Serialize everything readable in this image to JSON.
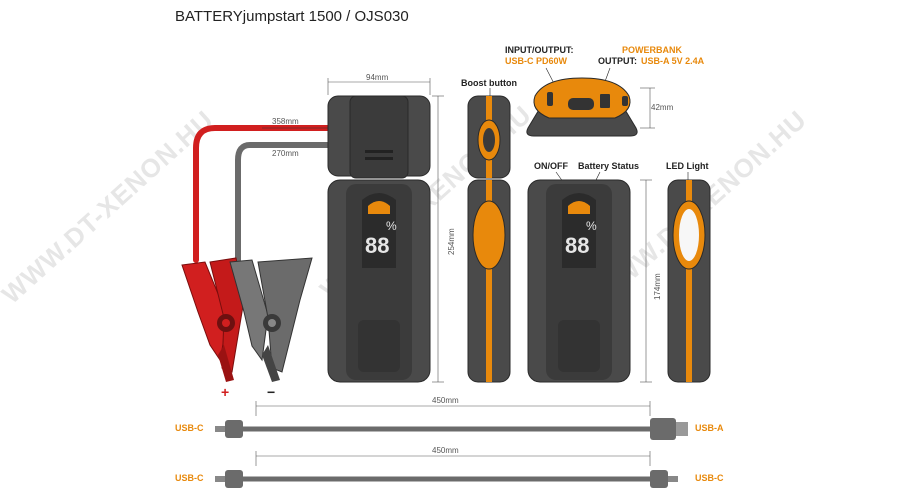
{
  "title": "BATTERYjumpstart 1500 / OJS030",
  "watermark": "WWW.DT-XENON.HU",
  "colors": {
    "accent": "#e8890c",
    "body": "#4a4a4a",
    "clamp_red": "#d11f1f",
    "clamp_gray": "#6b6b6b"
  },
  "dimensions": {
    "width": "94mm",
    "height_total": "254mm",
    "height_body": "174mm",
    "depth": "42mm",
    "red_cable": "358mm",
    "black_cable": "270mm",
    "usb_cable_1": "450mm",
    "usb_cable_2": "450mm"
  },
  "labels": {
    "boost_button": "Boost button",
    "input_output_1": "INPUT/OUTPUT:",
    "input_output_2": "USB-C PD60W",
    "powerbank": "POWERBANK",
    "output_label": "OUTPUT:",
    "output_value": "USB-A 5V 2.4A",
    "on_off": "ON/OFF",
    "battery_status": "Battery Status",
    "led_light": "LED Light",
    "plus": "+",
    "minus": "−"
  },
  "cables": {
    "cable1_left": "USB-C",
    "cable1_right": "USB-A",
    "cable2_left": "USB-C",
    "cable2_right": "USB-C"
  },
  "display": {
    "digits": "88",
    "percent": "%"
  }
}
